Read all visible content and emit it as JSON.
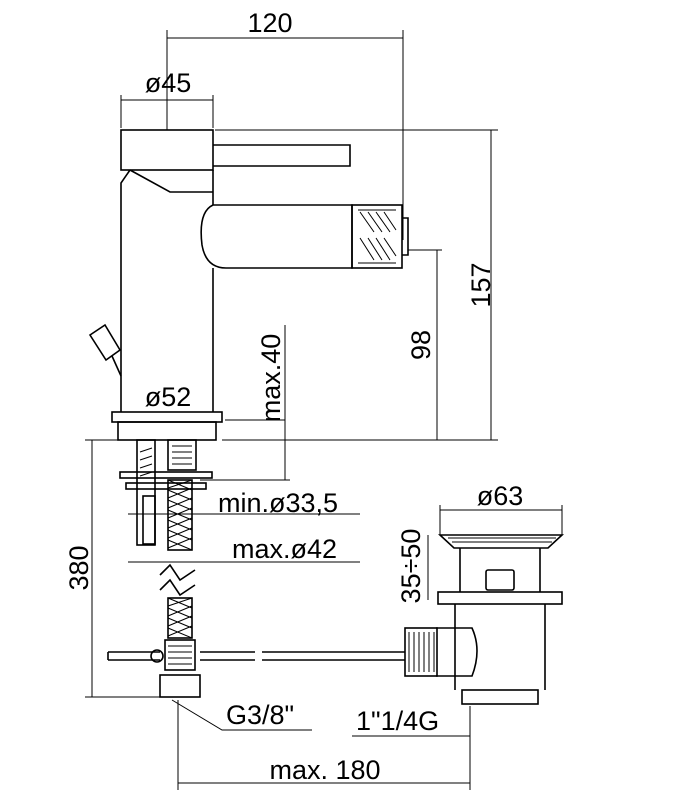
{
  "dimensions": {
    "width_top": "120",
    "dia_spout": "ø45",
    "height_total": "157",
    "height_spout": "98",
    "dia_base": "ø52",
    "max_deck": "max.40",
    "min_hole": "min.ø33,5",
    "max_hole": "max.ø42",
    "hose_length": "380",
    "waste_dia": "ø63",
    "waste_lift": "35÷50",
    "thread_inlet": "G3/8\"",
    "thread_waste": "1\"1/4G",
    "rod_length": "max. 180"
  }
}
